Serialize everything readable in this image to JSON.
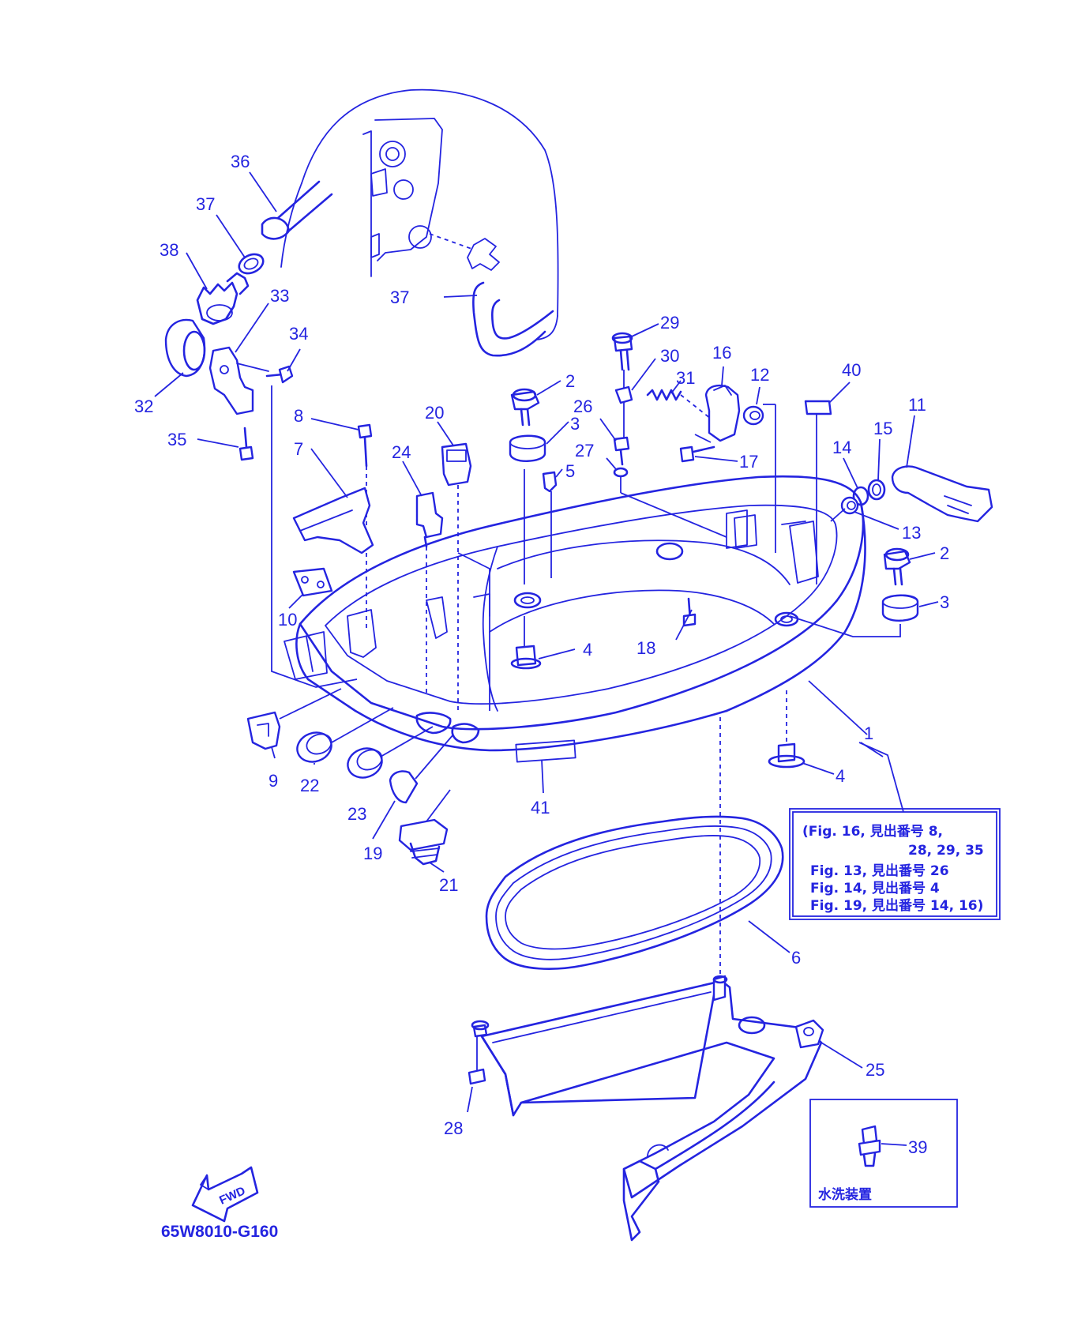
{
  "diagram_code": "65W8010-G160",
  "fwd_label": "FWD",
  "colors": {
    "line": "#2424e0",
    "background": "#ffffff"
  },
  "callouts": {
    "c1": "1",
    "c2a": "2",
    "c2b": "2",
    "c3a": "3",
    "c3b": "3",
    "c4a": "4",
    "c4b": "4",
    "c5": "5",
    "c6": "6",
    "c7": "7",
    "c8": "8",
    "c9": "9",
    "c10": "10",
    "c11": "11",
    "c12": "12",
    "c13": "13",
    "c14": "14",
    "c15": "15",
    "c16": "16",
    "c17": "17",
    "c18": "18",
    "c19": "19",
    "c20": "20",
    "c21": "21",
    "c22": "22",
    "c23": "23",
    "c24": "24",
    "c25": "25",
    "c26": "26",
    "c27": "27",
    "c28": "28",
    "c29": "29",
    "c30": "30",
    "c31": "31",
    "c32": "32",
    "c33": "33",
    "c34": "34",
    "c35": "35",
    "c36": "36",
    "c37a": "37",
    "c37b": "37",
    "c38": "38",
    "c39": "39",
    "c40": "40",
    "c41": "41"
  },
  "reference_note": {
    "line1": "(Fig. 16, 見出番号 8,",
    "line2": "28, 29, 35",
    "line3": "Fig. 13, 見出番号 26",
    "line4": "Fig. 14, 見出番号 4",
    "line5": "Fig. 19, 見出番号 14, 16)"
  },
  "flush_kit_label": "水洗装置"
}
